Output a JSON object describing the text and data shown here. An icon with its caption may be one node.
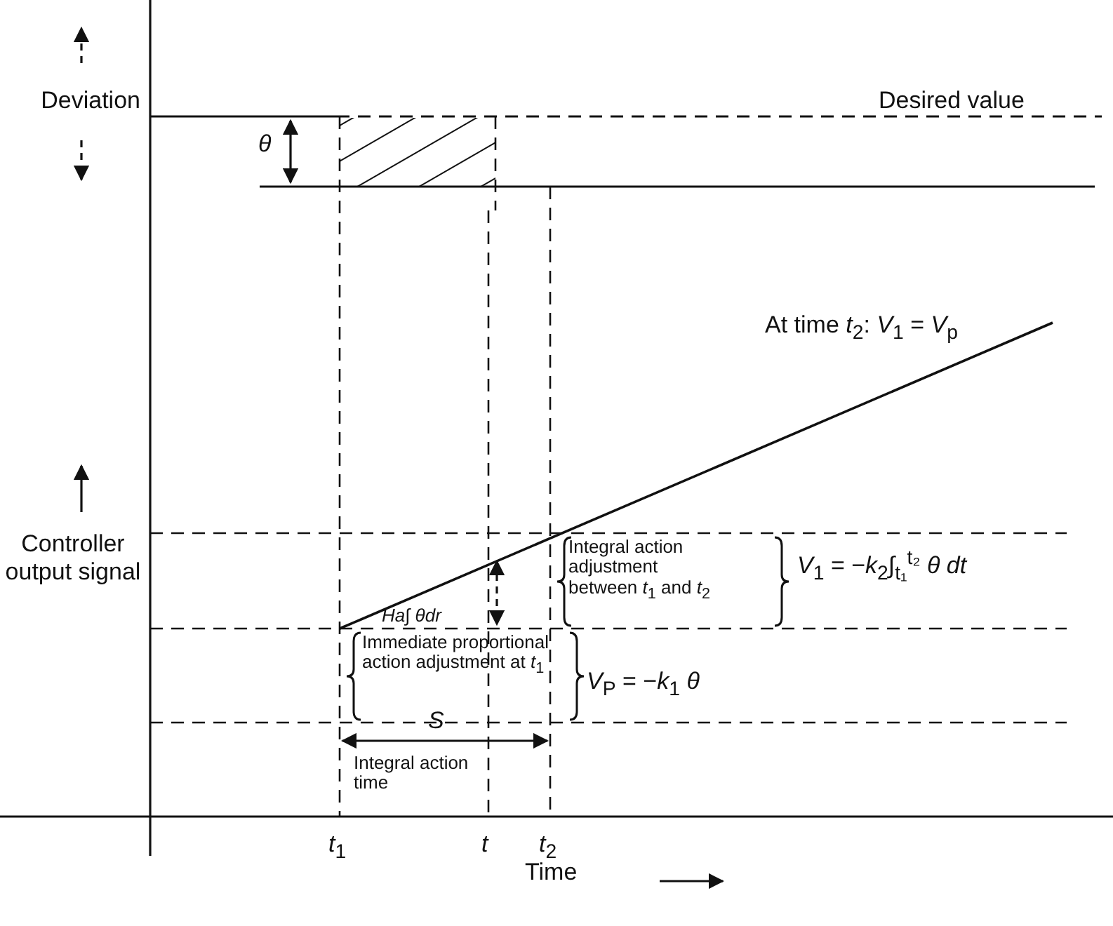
{
  "diagram": {
    "nodes": [
      {
        "text": [],
        "shape": "box"
      }
    ],
    "labels": [
      "Deviation",
      "Desired value",
      "θ",
      "At time *t*$_{2}$: *V*$_{1}$ = *V*$_{p}$",
      "Controller output signal",
      "Integral action adjustment between *t*$_{1}$ and *t*$_{2}$",
      "*V*$_{1}$ = −*k*$_{2}$∫$_{t₁}$$^{t₂}$ *θ dt*",
      "Ha∫ θdr",
      "Immediate proportional action adjustment at *t*$_{1}$",
      "*V*$_{P}$ = −*k*$_{1}$ *θ*",
      "S",
      "Integral action time",
      "*t*$_{1}$",
      "t",
      "*t*$_{2}$",
      "Time"
    ]
  }
}
